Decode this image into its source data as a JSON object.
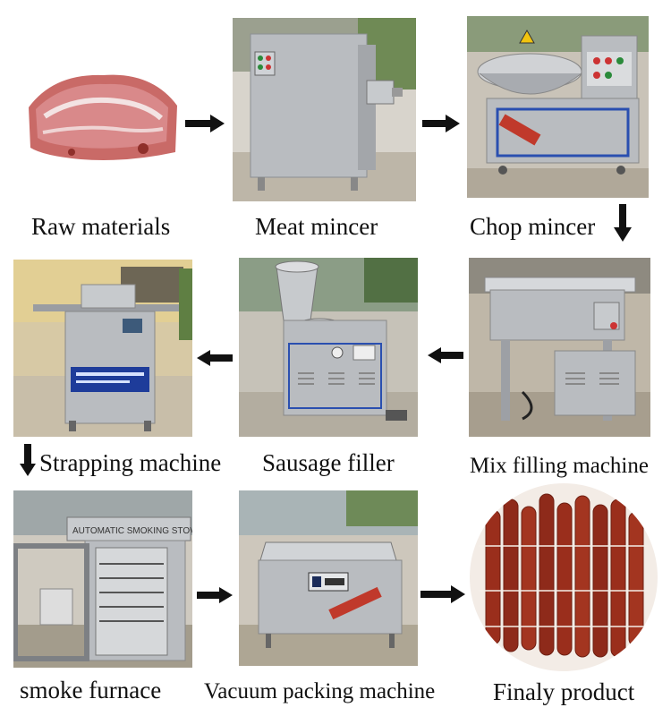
{
  "steps": [
    {
      "label": "Raw materials"
    },
    {
      "label": "Meat mincer"
    },
    {
      "label": "Chop mincer"
    },
    {
      "label": "Strapping machine"
    },
    {
      "label": "Sausage filler"
    },
    {
      "label": "Mix filling machine"
    },
    {
      "label": "smoke furnace"
    },
    {
      "label": "Vacuum packing machine"
    },
    {
      "label": "Finaly product"
    }
  ],
  "machine_text": {
    "smoking_stove_sign": "AUTOMATIC SMOKING STOVE"
  },
  "colors": {
    "arrow": "#111111",
    "steel": "#b9bcc0",
    "panel_blue": "#2a4fb0",
    "sausage": "#8e2a1a"
  }
}
